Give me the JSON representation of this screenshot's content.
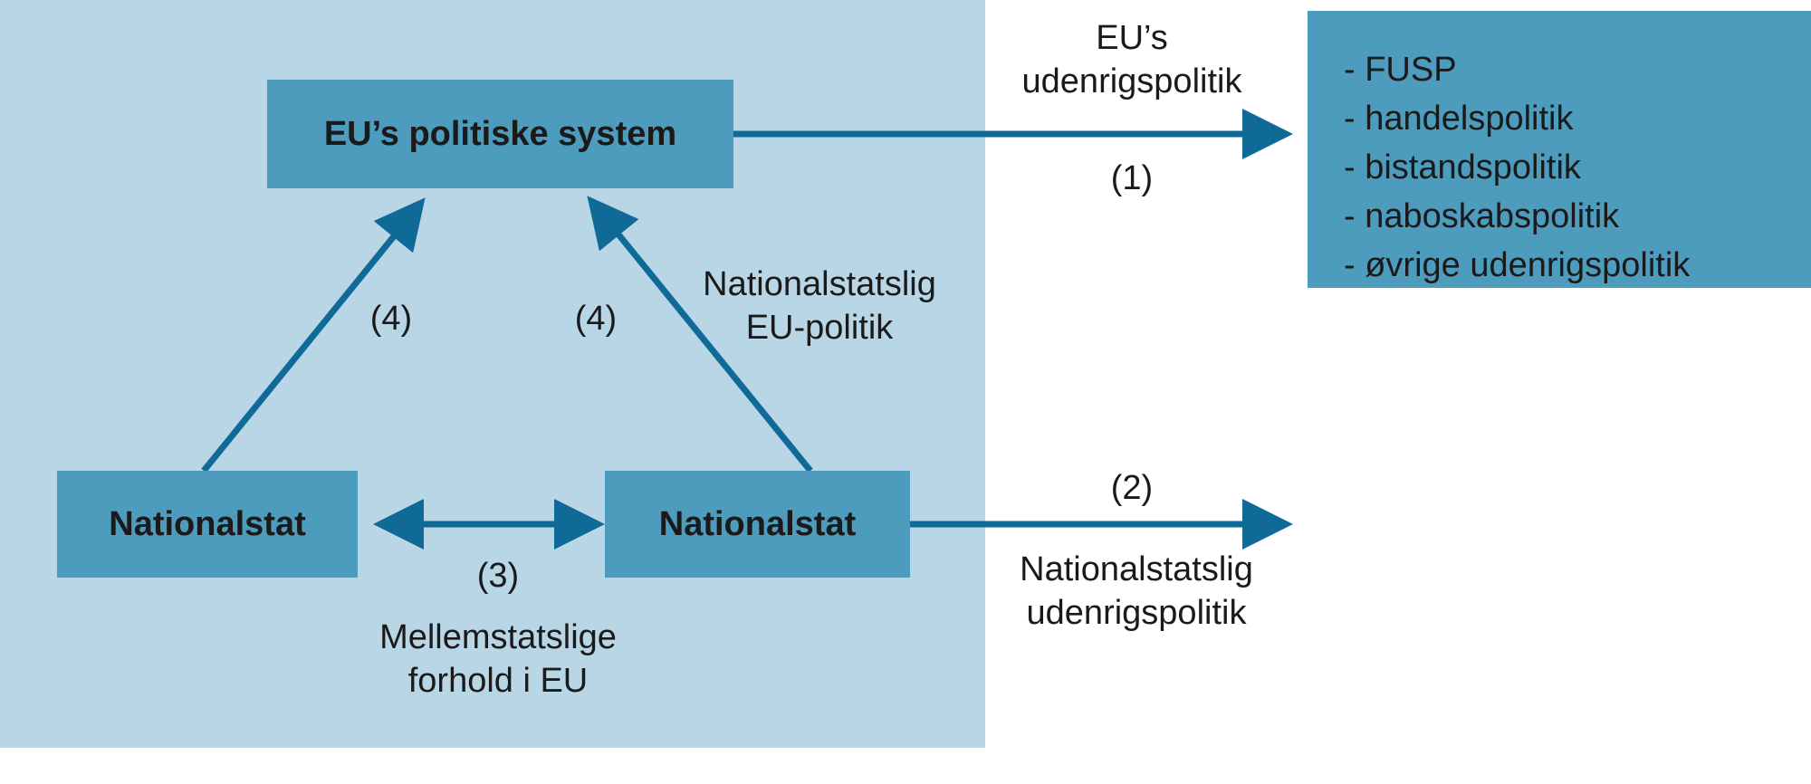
{
  "nodes": {
    "eu_system": "EU’s politiske system",
    "nation_left": "Nationalstat",
    "nation_right": "Nationalstat"
  },
  "policy_list": [
    "- FUSP",
    "- handelspolitik",
    "- bistandspolitik",
    "- naboskabspolitik",
    "- øvrige udenrigspolitik"
  ],
  "labels": {
    "eu_foreign_line1": "EU’s",
    "eu_foreign_line2": "udenrigspolitik",
    "num1": "(1)",
    "num2": "(2)",
    "national_foreign_line1": "Nationalstatslig",
    "national_foreign_line2": "udenrigspolitik",
    "num3": "(3)",
    "intergov_line1": "Mellemstatslige",
    "intergov_line2": "forhold i EU",
    "num4_left": "(4)",
    "num4_right": "(4)",
    "national_eu_line1": "Nationalstatslig",
    "national_eu_line2": "EU-politik"
  },
  "colors": {
    "panel": "#b9d6e6",
    "box": "#4d9bbd",
    "arrow": "#0f6a98"
  }
}
